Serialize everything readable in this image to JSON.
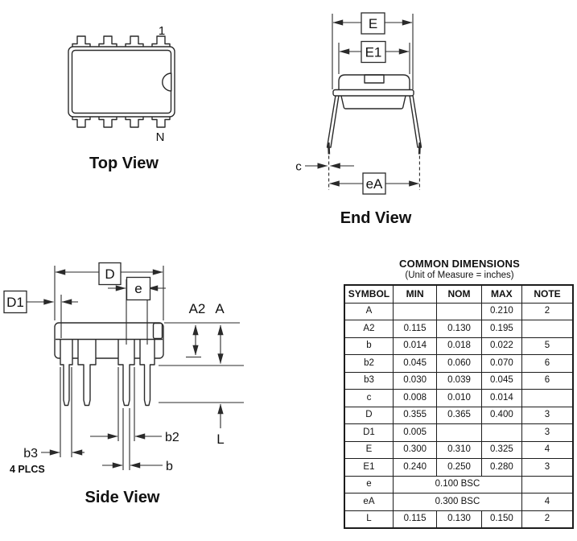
{
  "views": {
    "top": {
      "label": "Top View",
      "pin1_label": "1",
      "pinN_label": "N"
    },
    "end": {
      "label": "End View",
      "dims": {
        "E": "E",
        "E1": "E1",
        "eA": "eA",
        "c": "c"
      }
    },
    "side": {
      "label": "Side View",
      "dims": {
        "D": "D",
        "D1": "D1",
        "e": "e",
        "A2": "A2",
        "A": "A",
        "L": "L",
        "b": "b",
        "b2": "b2",
        "b3": "b3",
        "plcs": "4 PLCS"
      }
    }
  },
  "table": {
    "title": "COMMON DIMENSIONS",
    "subtitle": "(Unit of Measure = inches)",
    "headers": [
      "SYMBOL",
      "MIN",
      "NOM",
      "MAX",
      "NOTE"
    ],
    "rows": [
      {
        "symbol": "A",
        "min": "",
        "nom": "",
        "max": "0.210",
        "note": "2"
      },
      {
        "symbol": "A2",
        "min": "0.115",
        "nom": "0.130",
        "max": "0.195",
        "note": ""
      },
      {
        "symbol": "b",
        "min": "0.014",
        "nom": "0.018",
        "max": "0.022",
        "note": "5"
      },
      {
        "symbol": "b2",
        "min": "0.045",
        "nom": "0.060",
        "max": "0.070",
        "note": "6"
      },
      {
        "symbol": "b3",
        "min": "0.030",
        "nom": "0.039",
        "max": "0.045",
        "note": "6"
      },
      {
        "symbol": "c",
        "min": "0.008",
        "nom": "0.010",
        "max": "0.014",
        "note": ""
      },
      {
        "symbol": "D",
        "min": "0.355",
        "nom": "0.365",
        "max": "0.400",
        "note": "3"
      },
      {
        "symbol": "D1",
        "min": "0.005",
        "nom": "",
        "max": "",
        "note": "3"
      },
      {
        "symbol": "E",
        "min": "0.300",
        "nom": "0.310",
        "max": "0.325",
        "note": "4"
      },
      {
        "symbol": "E1",
        "min": "0.240",
        "nom": "0.250",
        "max": "0.280",
        "note": "3"
      },
      {
        "symbol": "e",
        "span": "0.100 BSC",
        "note": ""
      },
      {
        "symbol": "eA",
        "span": "0.300 BSC",
        "note": "4"
      },
      {
        "symbol": "L",
        "min": "0.115",
        "nom": "0.130",
        "max": "0.150",
        "note": "2"
      }
    ]
  },
  "colors": {
    "line": "#2a2a2a",
    "background": "#ffffff",
    "text": "#111111"
  }
}
